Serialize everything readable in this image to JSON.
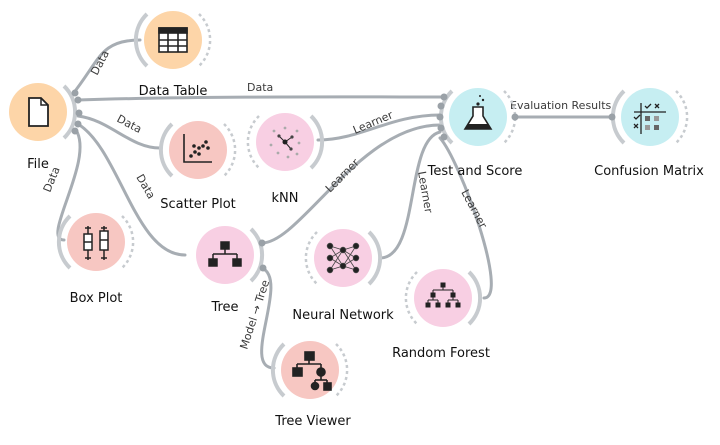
{
  "nodes": {
    "file": {
      "label": "File",
      "color": "#fdd5a8",
      "icon": "file-icon"
    },
    "data_table": {
      "label": "Data Table",
      "color": "#fdd5a8",
      "icon": "table-icon"
    },
    "scatter_plot": {
      "label": "Scatter Plot",
      "color": "#f7c7c2",
      "icon": "scatter-plot-icon"
    },
    "box_plot": {
      "label": "Box Plot",
      "color": "#f7c7c2",
      "icon": "box-plot-icon"
    },
    "knn": {
      "label": "kNN",
      "color": "#f8cfe3",
      "icon": "knn-icon"
    },
    "tree": {
      "label": "Tree",
      "color": "#f8cfe3",
      "icon": "tree-icon"
    },
    "tree_viewer": {
      "label": "Tree Viewer",
      "color": "#f7c7c2",
      "icon": "tree-viewer-icon"
    },
    "neural_network": {
      "label": "Neural Network",
      "color": "#f8cfe3",
      "icon": "neural-network-icon"
    },
    "random_forest": {
      "label": "Random Forest",
      "color": "#f8cfe3",
      "icon": "random-forest-icon"
    },
    "test_and_score": {
      "label": "Test and Score",
      "color": "#c6eef2",
      "icon": "flask-icon"
    },
    "confusion_matrix": {
      "label": "Confusion Matrix",
      "color": "#c6eef2",
      "icon": "confusion-matrix-icon"
    }
  },
  "links": {
    "file_data_table": "Data",
    "file_test_score": "Data",
    "file_scatter": "Data",
    "file_box_plot": "Data",
    "file_tree": "Data",
    "knn_test_score": "Learner",
    "tree_test_score": "Learner",
    "nn_test_score": "Learner",
    "rf_test_score": "Learner",
    "tree_tree_viewer": "Model → Tree",
    "test_score_confusion": "Evaluation Results"
  },
  "colors": {
    "edge": "#a7adb3",
    "halo": "#c7cbcf",
    "icon": "#222222"
  }
}
